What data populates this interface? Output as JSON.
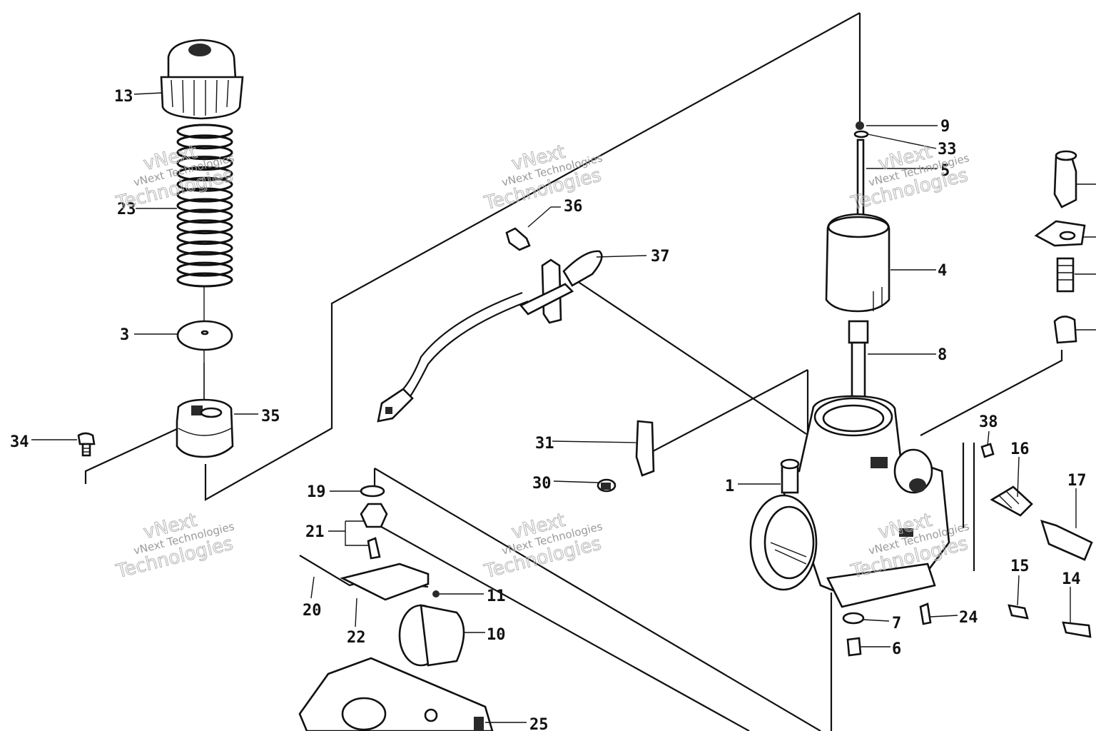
{
  "diagram": {
    "part_numbers": [
      "13",
      "23",
      "3",
      "35",
      "34",
      "36",
      "37",
      "9",
      "33",
      "5",
      "4",
      "8",
      "1",
      "38",
      "16",
      "17",
      "15",
      "14",
      "31",
      "30",
      "19",
      "21",
      "20",
      "22",
      "11",
      "10",
      "7",
      "24",
      "6",
      "25"
    ]
  },
  "watermark": {
    "line1": "vNext",
    "line2": "vNext Technologies",
    "line3": "Technologies"
  }
}
